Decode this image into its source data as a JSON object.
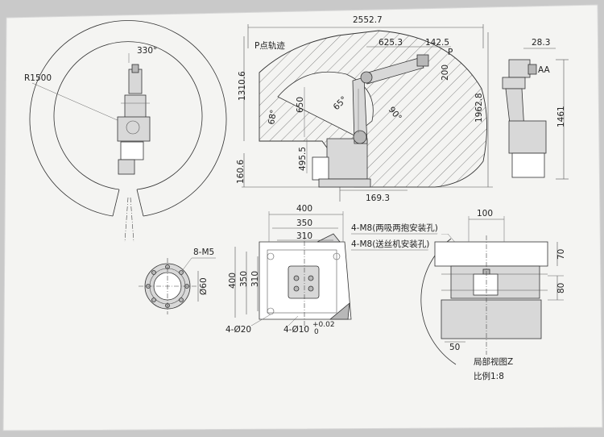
{
  "top_view": {
    "angle_label": "330°",
    "radius_label": "R1500"
  },
  "side_view": {
    "overall_width": "2552.7",
    "trajectory_label": "P点轨迹",
    "reach_a": "625.3",
    "reach_b": "142.5",
    "point_label": "P",
    "height_left": "1310.6",
    "height_right": "1962.8",
    "base_height": "160.6",
    "dim_650": "650",
    "dim_495": "495.5",
    "dim_200": "200",
    "base_offset": "169.3",
    "angle_68": "68°",
    "angle_65": "65°",
    "angle_90": "90°"
  },
  "front_view": {
    "width_top": "28.3",
    "aa_label": "AA",
    "height": "1461"
  },
  "flange_view": {
    "bolts_label": "8-M5",
    "diameter_label": "Ø60"
  },
  "base_view": {
    "width_400": "400",
    "width_350": "350",
    "width_310": "310",
    "height_400": "400",
    "height_350": "350",
    "height_310": "310",
    "hole_label": "4-Ø20",
    "pin_label": "4-Ø10",
    "tol_upper": "+0.02",
    "tol_lower": "0"
  },
  "callouts": {
    "m8_suction": "4-M8(两吸两抱安装孔)",
    "m8_feeder": "4-M8(送丝机安装孔)"
  },
  "detail_view": {
    "dim_100": "100",
    "dim_70": "70",
    "dim_80": "80",
    "dim_50": "50",
    "title": "局部视图Z",
    "scale": "比例1:8"
  }
}
